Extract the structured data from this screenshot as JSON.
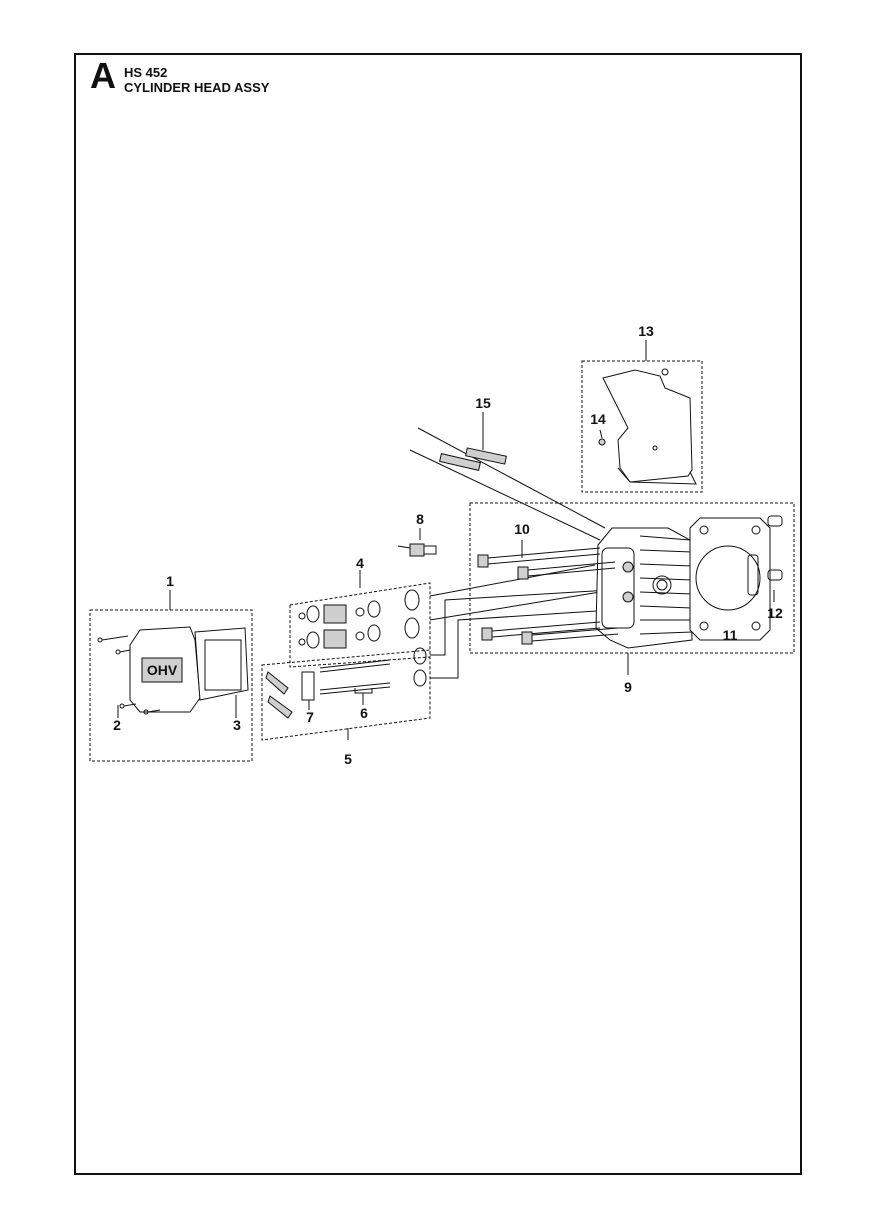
{
  "header": {
    "section_letter": "A",
    "model": "HS 452",
    "title": "CYLINDER HEAD ASSY"
  },
  "ohv_logo_text": "OHV",
  "callouts": [
    "1",
    "2",
    "3",
    "4",
    "5",
    "6",
    "7",
    "8",
    "9",
    "10",
    "11",
    "12",
    "13",
    "14",
    "15"
  ],
  "colors": {
    "line": "#111111",
    "shade": "#cfcfcf",
    "background": "#ffffff"
  }
}
